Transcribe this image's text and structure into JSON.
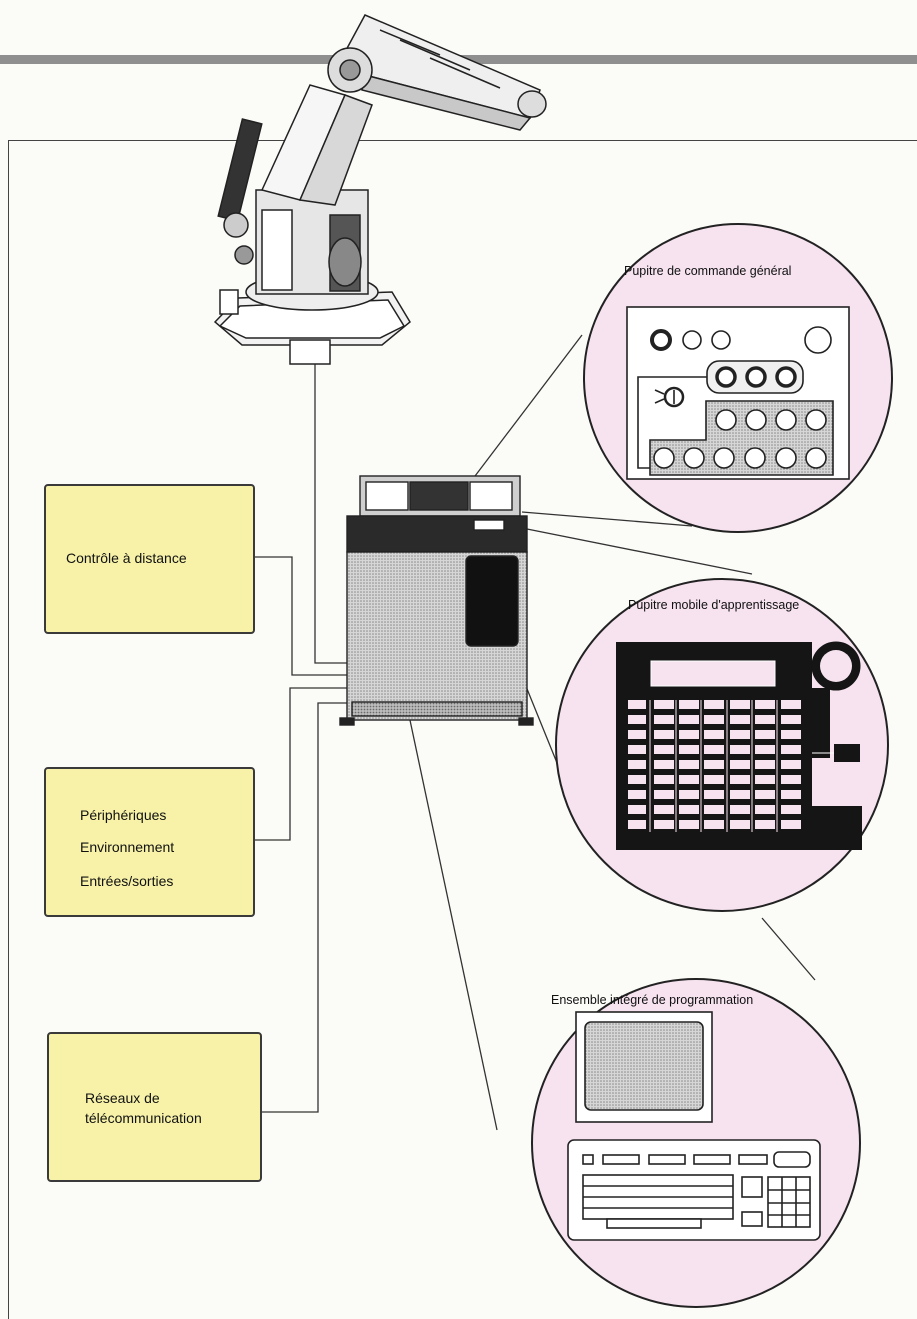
{
  "boxes": {
    "remote": {
      "line1": "Contrôle à distance"
    },
    "peripherals": {
      "line1": "Périphériques",
      "line2": "Environnement",
      "line3": "Entrées/sorties"
    },
    "networks": {
      "line1": "Réseaux de",
      "line2": "télécommunication"
    }
  },
  "circles": {
    "panel": {
      "label": "Pupitre de commande général"
    },
    "teach": {
      "label": "Pupitre mobile d'apprentissage"
    },
    "prog": {
      "label": "Ensemble intégré de programmation"
    }
  },
  "colors": {
    "box_fill": "#f7f2a8",
    "circle_fill": "#f6e3ef",
    "line": "#333333"
  },
  "icons": [
    "robot-arm-icon",
    "controller-cabinet-icon",
    "control-panel-icon",
    "teach-pendant-icon",
    "computer-terminal-icon"
  ]
}
